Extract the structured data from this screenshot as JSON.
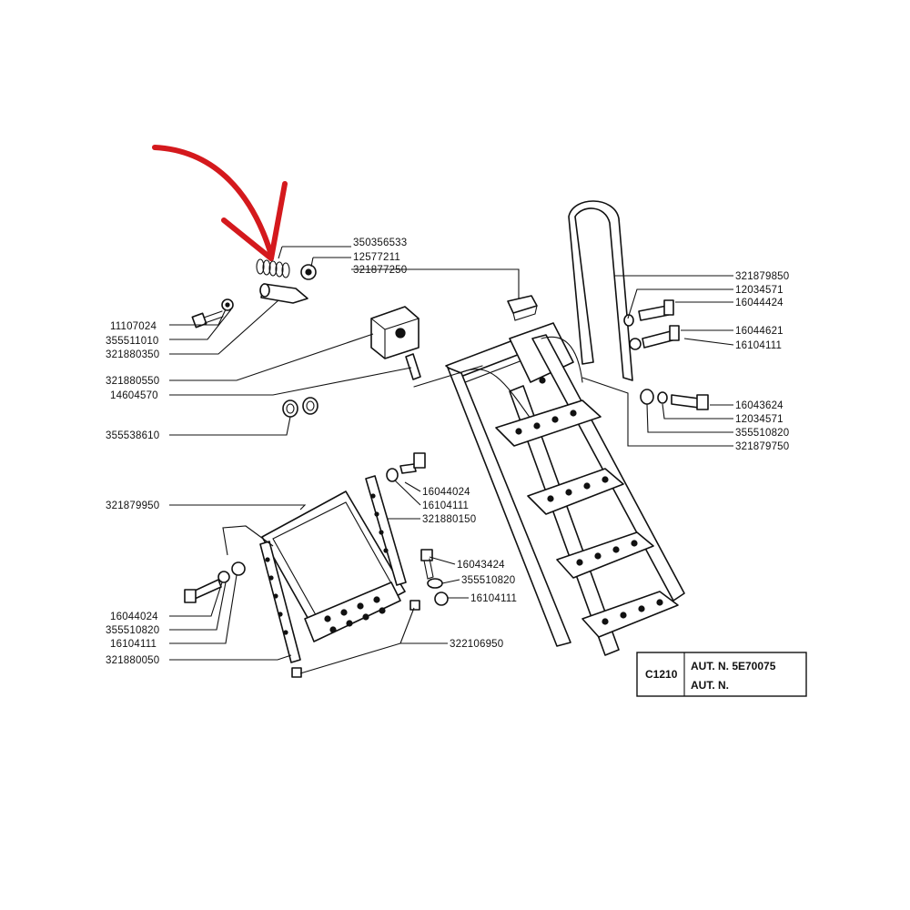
{
  "accent_color": "#d4191d",
  "labels": {
    "p350356533": "350356533",
    "p12577211": "12577211",
    "p321877250": "321877250",
    "p11107024": "11107024",
    "p355511010": "355511010",
    "p321880350": "321880350",
    "p321880550": "321880550",
    "p14604570": "14604570",
    "p355538610": "355538610",
    "p321879950": "321879950",
    "p16044024_a": "16044024",
    "p16104111_a": "16104111",
    "p321880150": "321880150",
    "p16043424": "16043424",
    "p355510820_a": "355510820",
    "p16104111_b": "16104111",
    "p16044024_b": "16044024",
    "p355510820_b": "355510820",
    "p16104111_c": "16104111",
    "p321880050": "321880050",
    "p322106950": "322106950",
    "p321879850": "321879850",
    "p12034571_a": "12034571",
    "p16044424": "16044424",
    "p16044621": "16044621",
    "p16104111_d": "16104111",
    "p16043624": "16043624",
    "p12034571_b": "12034571",
    "p355510820_c": "355510820",
    "p321879750": "321879750"
  },
  "reference_box": {
    "code": "C1210",
    "line1": "AUT. N. 5E70075",
    "line2": "AUT. N."
  },
  "icons": {
    "highlight": "red-arrow-icon"
  }
}
